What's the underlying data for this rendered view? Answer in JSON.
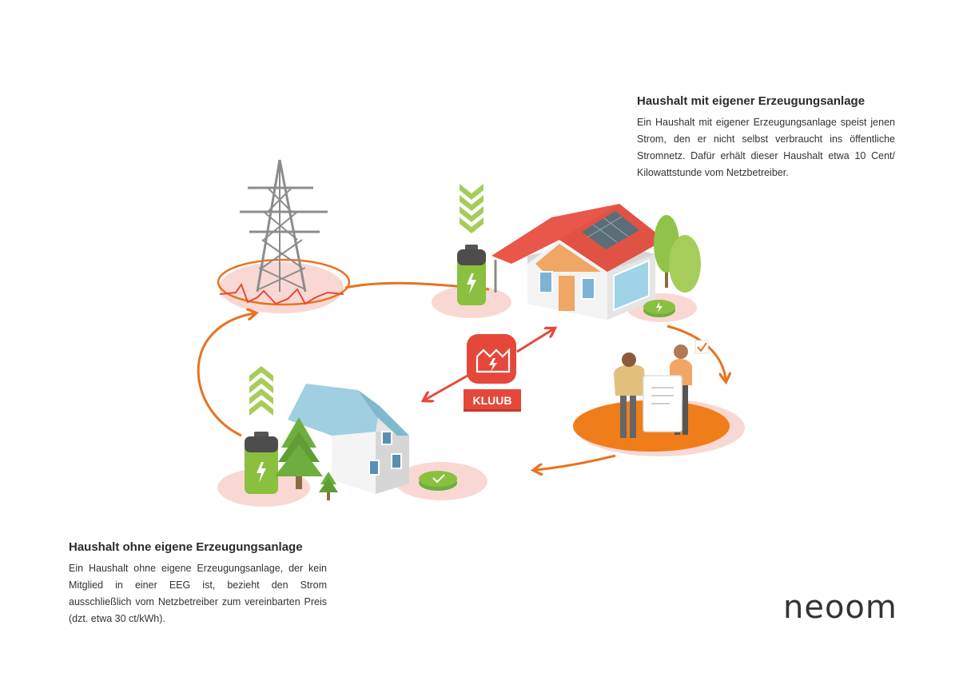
{
  "top_block": {
    "title": "Haushalt mit eigener Erzeugungsanlage",
    "text": "Ein Haushalt mit eigener Erzeugungsanlage speist jenen Strom, den er nicht selbst verbraucht ins öffentliche Stromnetz. Dafür erhält dieser Haushalt etwa 10 Cent/ Kilowattstunde vom Netzbetreiber."
  },
  "bottom_block": {
    "title": "Haushalt ohne eigene Erzeugungsanlage",
    "text": "Ein Haushalt ohne eigene Erzeugungsanlage, der kein Mitglied in einer EEG ist, bezieht den Strom ausschließlich vom Netzbetreiber zum vereinbarten Preis (dzt. etwa 30 ct/kWh)."
  },
  "kluub": {
    "label": "KLUUB"
  },
  "logo": {
    "text": "neoom"
  },
  "colors": {
    "arrow": "#e8731e",
    "kluub_red": "#e5483a",
    "pink_platform": "#f9d8d3",
    "orange_platform": "#ef7d1a",
    "battery_green": "#8bbf3f",
    "chevron_green": "#a6cc5a",
    "roof_red": "#e8574a",
    "roof_blue": "#9fcfe0",
    "tree_green": "#6fae3e"
  }
}
